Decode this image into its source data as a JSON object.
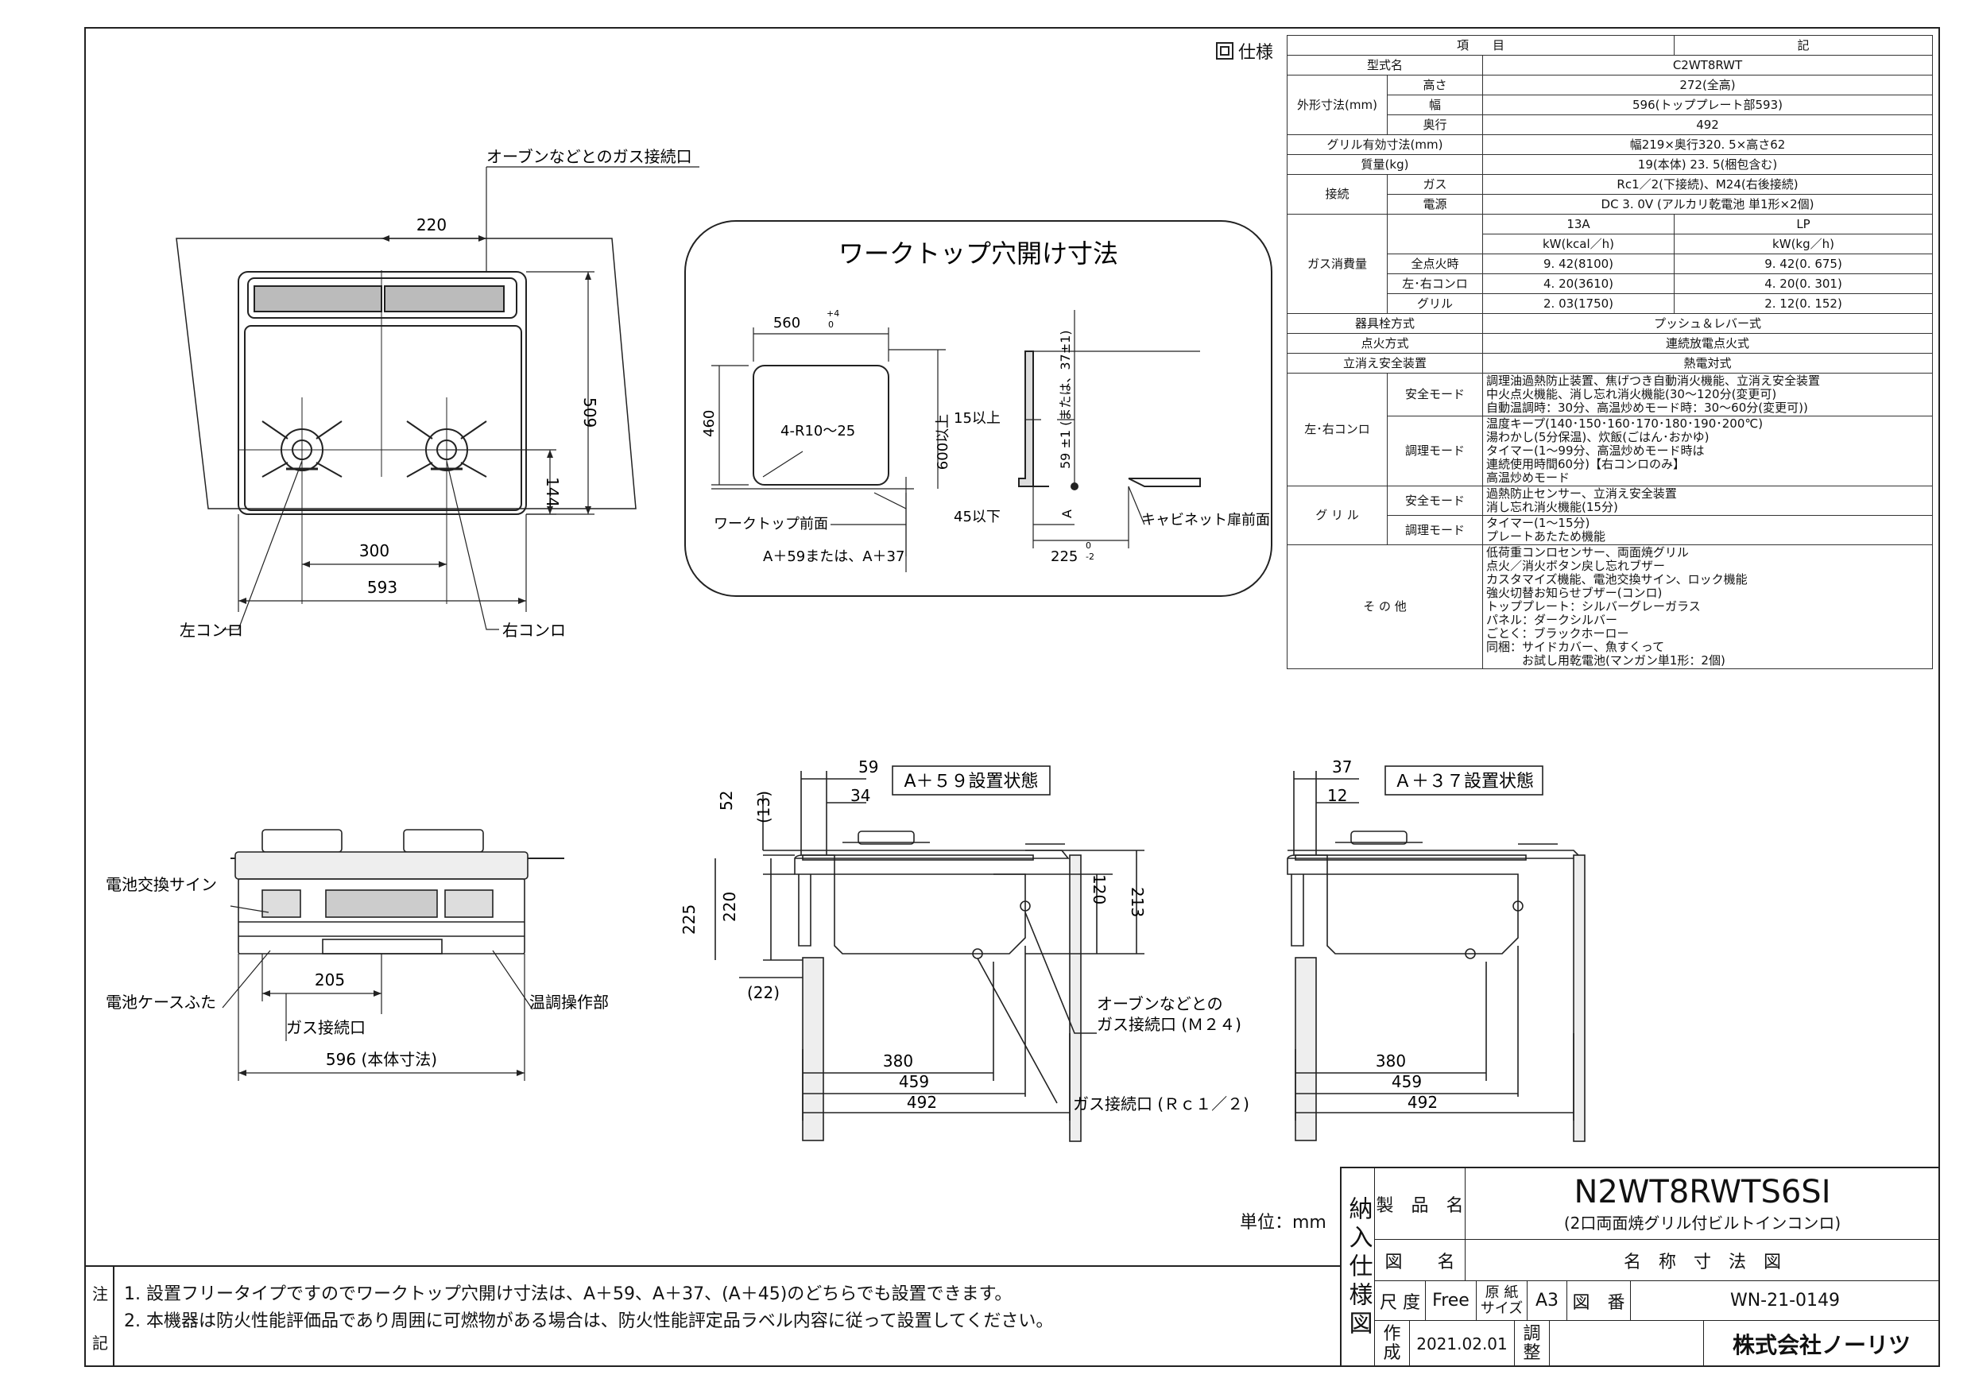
{
  "drawing": {
    "gas_oven_label": "オーブンなどとのガス接続口",
    "dims_top": {
      "d220": "220",
      "d509": "509",
      "d144": "144",
      "d300": "300",
      "d593": "593"
    },
    "left_burner": "左コンロ",
    "right_burner": "右コンロ",
    "worktop": {
      "title": "ワークトップ穴開け寸法",
      "d560": "560",
      "tol_plus4": "+4",
      "tol_zero": "0",
      "d460": "460",
      "radius": "4-R10～25",
      "front_label": "ワークトップ前面",
      "a_label": "A＋59または、A＋37",
      "over600": "600以上",
      "over15": "15以上",
      "under45": "45以下",
      "v59": "59 ±1 (または、37±1)",
      "a": "A",
      "d225": "225",
      "tol_minus2": "-2",
      "cabinet": "キャビネット扉前面"
    },
    "front": {
      "battery_sign": "電池交換サイン",
      "battery_cover": "電池ケースふた",
      "d205": "205",
      "gas_conn": "ガス接続口",
      "temp_panel": "温調操作部",
      "d596": "596 (本体寸法)"
    },
    "side59": {
      "label": "A＋５９設置状態",
      "d59": "59",
      "d34": "34",
      "d52": "52",
      "d13": "(13)",
      "d225": "225",
      "d220": "220",
      "d22": "(22)",
      "d120": "120",
      "d213": "213",
      "d380": "380",
      "d459": "459",
      "d492": "492",
      "oven_conn1": "オーブンなどとの",
      "oven_conn2": "ガス接続口 (Ｍ２４)",
      "gas_rc": "ガス接続口 (Ｒｃ１／２)"
    },
    "side37": {
      "label": "Ａ＋３７設置状態",
      "d37": "37",
      "d12": "12",
      "d380": "380",
      "d459": "459",
      "d492": "492"
    }
  },
  "spec": {
    "title": "仕様",
    "header": {
      "item": "項　　目",
      "note": "記"
    },
    "rows": {
      "model_label": "型式名",
      "model": "C2WT8RWT",
      "outer": "外形寸法(mm)",
      "height_label": "高さ",
      "height": "272(全高)",
      "width_label": "幅",
      "width": "596(トッププレート部593)",
      "depth_label": "奥行",
      "depth": "492",
      "grill_label": "グリル有効寸法(mm)",
      "grill": "幅219×奥行320. 5×高さ62",
      "mass_label": "質量(kg)",
      "mass": "19(本体)  23. 5(梱包含む)",
      "conn": "接続",
      "gas_label": "ガス",
      "gas": "Rc1／2(下接続)、M24(右後接続)",
      "power_label": "電源",
      "power": "DC 3. 0V (アルカリ乾電池 単1形×2個)",
      "consumption": "ガス消費量",
      "c13a": "13A",
      "clp": "LP",
      "u13a": "kW(kcal／h)",
      "ulp": "kW(kg／h)",
      "all_label": "全点火時",
      "all13": "9. 42(8100)",
      "alllp": "9. 42(0. 675)",
      "lr_label": "左･右コンロ",
      "lr13": "4. 20(3610)",
      "lrlp": "4. 20(0. 301)",
      "gr_label": "グリル",
      "gr13": "2. 03(1750)",
      "grlp": "2. 12(0. 152)",
      "valve_label": "器具栓方式",
      "valve": "プッシュ＆レバー式",
      "ign_label": "点火方式",
      "ign": "連続放電点火式",
      "safety_label": "立消え安全装置",
      "safety": "熱電対式",
      "lr_stove": "左･右コンロ",
      "safe_mode": "安全モード",
      "lr_safe": [
        "調理油過熱防止装置、焦げつき自動消火機能、立消え安全装置",
        "中火点火機能、消し忘れ消火機能(30～120分(変更可)",
        "自動温調時：30分、高温炒めモード時：30～60分(変更可))"
      ],
      "cook_mode": "調理モード",
      "lr_cook": [
        "温度キープ(140･150･160･170･180･190･200℃)",
        "湯わかし(5分保温)、炊飯(ごはん･おかゆ)",
        "タイマー(1～99分、高温炒めモード時は",
        "連続使用時間60分)【右コンロのみ】",
        "高温炒めモード"
      ],
      "grill_sec": "グ リ ル",
      "grill_safe": [
        "過熱防止センサー、立消え安全装置",
        "消し忘れ消火機能(15分)"
      ],
      "grill_cook": [
        "タイマー(1～15分)",
        "プレートあたため機能"
      ],
      "other_label": "そ の 他",
      "other": [
        "低荷重コンロセンサー、両面焼グリル",
        "点火／消火ボタン戻し忘れブザー",
        "カスタマイズ機能、電池交換サイン、ロック機能",
        "強火切替お知らせブザー(コンロ)",
        "トッププレート：シルバーグレーガラス",
        "パネル：ダークシルバー",
        "ごとく：ブラックホーロー",
        "同梱：サイドカバー、魚すくって",
        "　　　お試し用乾電池(マンガン単1形：2個)"
      ]
    }
  },
  "notes": {
    "label_top": "注",
    "label_bottom": "記",
    "line1": "1. 設置フリータイプですのでワークトップ穴開け寸法は、A＋59、A＋37、(A＋45)のどちらでも設置できます。",
    "line2": "2. 本機器は防火性能評価品であり周囲に可燃物がある場合は、防火性能評定品ラベル内容に従って設置してください。"
  },
  "unit": "単位：mm",
  "title_block": {
    "vertical": "納入仕様図",
    "product_label": "製　品　名",
    "product": "N2WT8RWTS6SI",
    "product_sub": "(2口両面焼グリル付ビルトインコンロ)",
    "drawing_label": "図　　名",
    "drawing": "名　称　寸　法　図",
    "scale_label": "尺 度",
    "scale": "Free",
    "paper_label": "原 紙\nサイズ",
    "paper": "A3",
    "no_label": "図　番",
    "no": "WN-21-0149",
    "made_label": "作\n成",
    "date": "2021.02.01",
    "adjust_label": "調\n整",
    "company": "株式会社ノーリツ"
  }
}
